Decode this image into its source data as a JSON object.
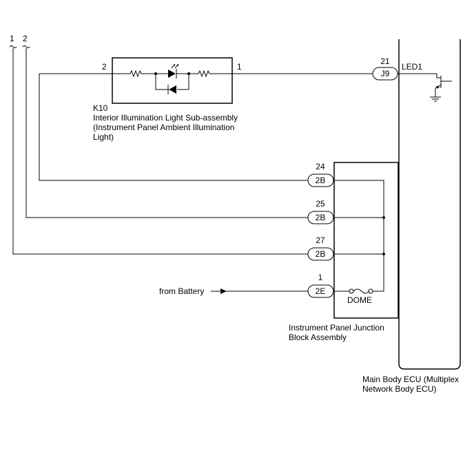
{
  "wire_labels": {
    "left_1": "1",
    "left_2": "2"
  },
  "k10": {
    "code": "K10",
    "name_line1": "Interior Illumination Light Sub-assembly",
    "name_line2": "(Instrument Panel Ambient Illumination",
    "name_line3": "Light)",
    "pin_left": "2",
    "pin_right": "1"
  },
  "ecu": {
    "connector": "J9",
    "pin": "21",
    "output_label": "LED1",
    "name_line1": "Main Body ECU (Multiplex",
    "name_line2": "Network Body ECU)"
  },
  "junction_block": {
    "name_line1": "Instrument Panel Junction",
    "name_line2": "Block Assembly",
    "fuse_label": "DOME",
    "connectors": [
      {
        "code": "2B",
        "pin": "24"
      },
      {
        "code": "2B",
        "pin": "25"
      },
      {
        "code": "2B",
        "pin": "27"
      },
      {
        "code": "2E",
        "pin": "1"
      }
    ]
  },
  "battery": {
    "label": "from Battery"
  }
}
